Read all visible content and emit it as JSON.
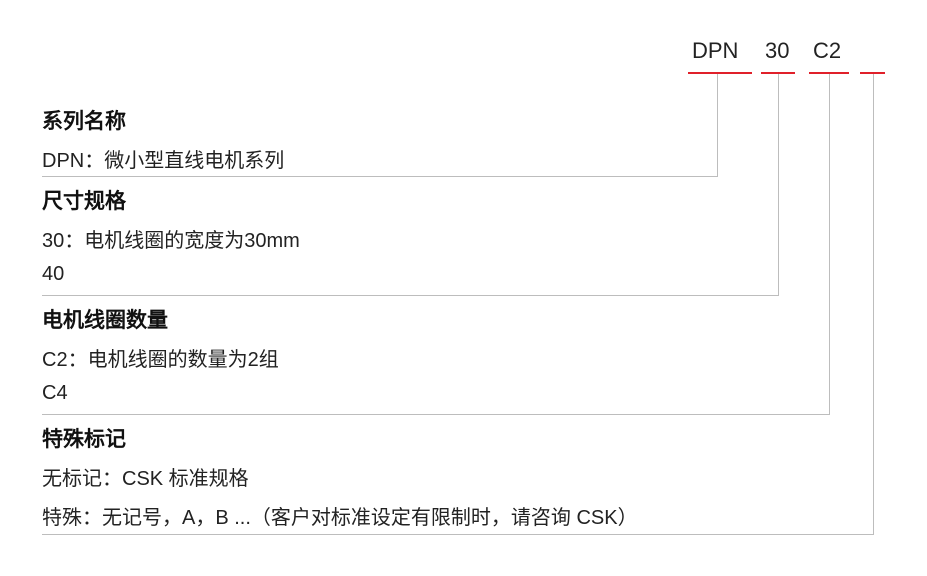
{
  "code": {
    "part1": "DPN",
    "part2": "30",
    "part3": "C2",
    "part4": ""
  },
  "sections": [
    {
      "heading": "系列名称",
      "lines": [
        "DPN：微小型直线电机系列"
      ]
    },
    {
      "heading": "尺寸规格",
      "lines": [
        "30：电机线圈的宽度为30mm",
        "40"
      ]
    },
    {
      "heading": "电机线圈数量",
      "lines": [
        "C2：电机线圈的数量为2组",
        "C4"
      ]
    },
    {
      "heading": "特殊标记",
      "lines": [
        "无标记：CSK 标准规格",
        "特殊：无记号，A，B ...（客户对标准设定有限制时，请咨询 CSK）"
      ]
    }
  ],
  "colors": {
    "accent_red": "#e0202a",
    "connector_gray": "#bdbdbd"
  }
}
